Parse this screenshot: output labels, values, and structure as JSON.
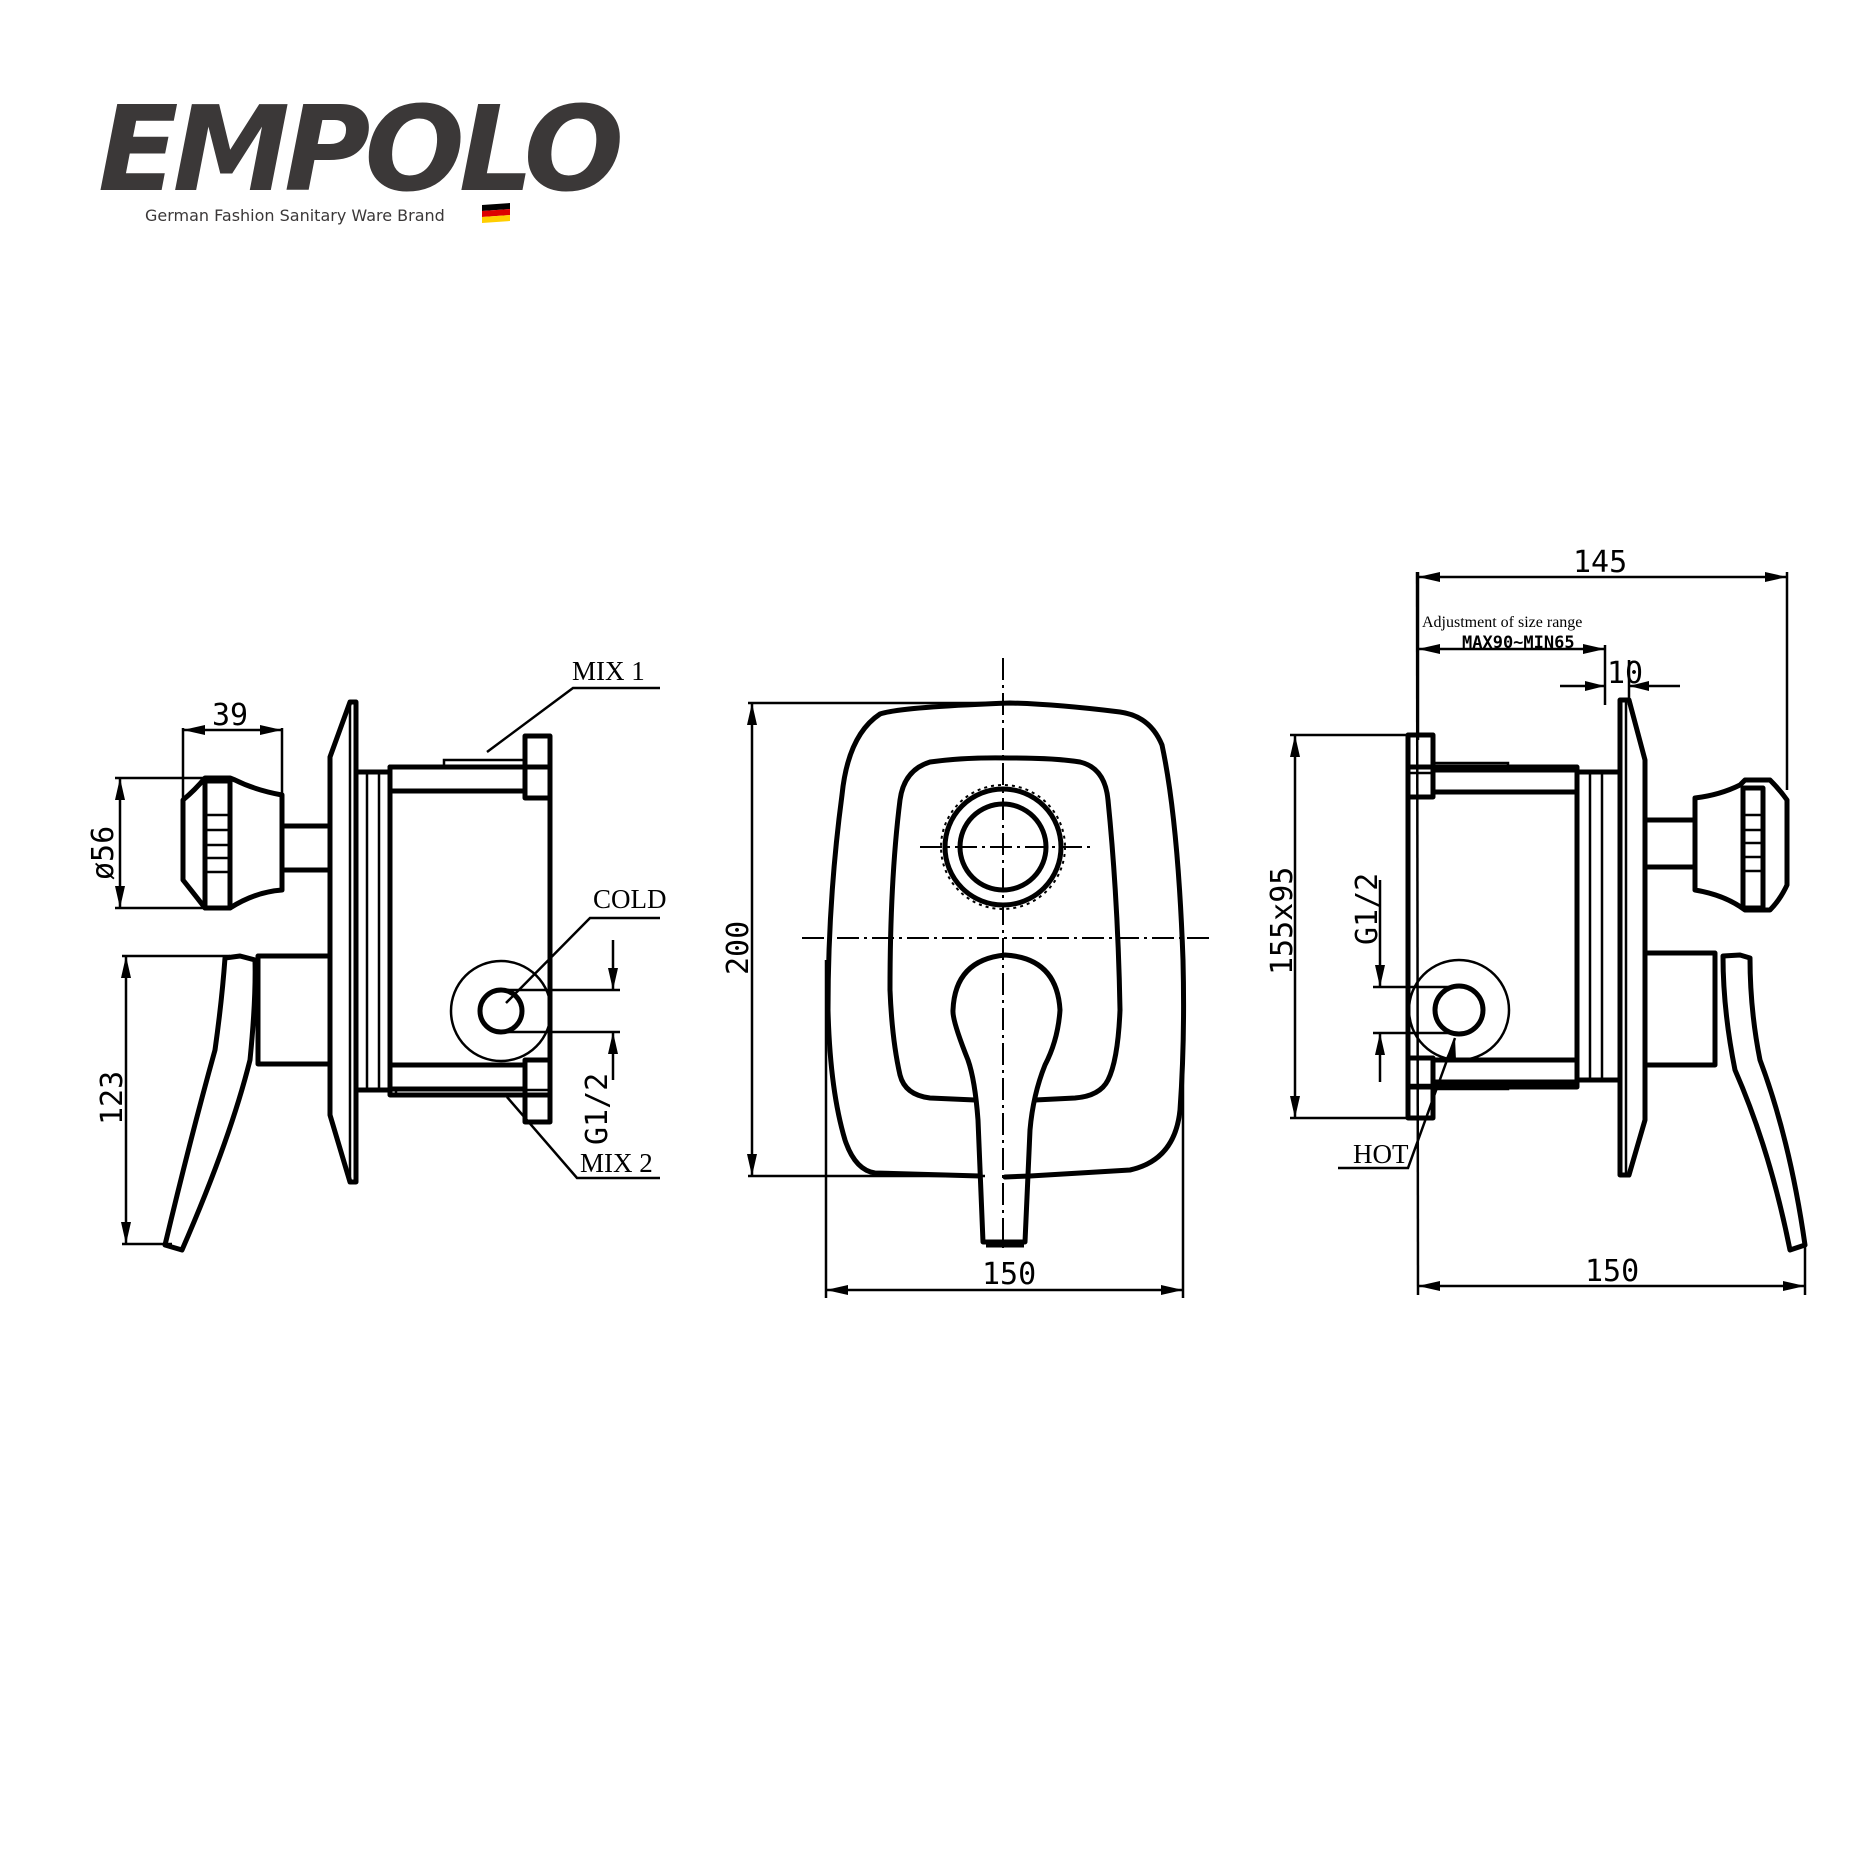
{
  "brand": {
    "name": "EMPOLO",
    "tagline": "German Fashion Sanitary Ware Brand",
    "flag_icon": "germany-flag-icon",
    "colors": {
      "logo": "#3b3838",
      "flag_black": "#000000",
      "flag_red": "#dd0000",
      "flag_gold": "#ffce00"
    }
  },
  "drawing": {
    "type": "technical-drawing",
    "subject": "concealed shower mixer with diverter",
    "views": {
      "left_side": {
        "dims": {
          "knob_depth": "39",
          "knob_diameter": "ø56",
          "lever_height": "123",
          "inlet_thread": "G1/2"
        },
        "labels": {
          "mix1": "MIX 1",
          "cold": "COLD",
          "mix2": "MIX 2"
        }
      },
      "front": {
        "dims": {
          "height": "200",
          "width": "150"
        }
      },
      "right_side": {
        "dims": {
          "overall_depth": "145",
          "adjust_range": "MAX90~MIN65",
          "plate_depth": "10",
          "box_size": "155x95",
          "inlet_thread": "G1/2",
          "width": "150"
        },
        "labels": {
          "adjust_note": "Adjustment of size range",
          "hot": "HOT"
        }
      }
    }
  }
}
